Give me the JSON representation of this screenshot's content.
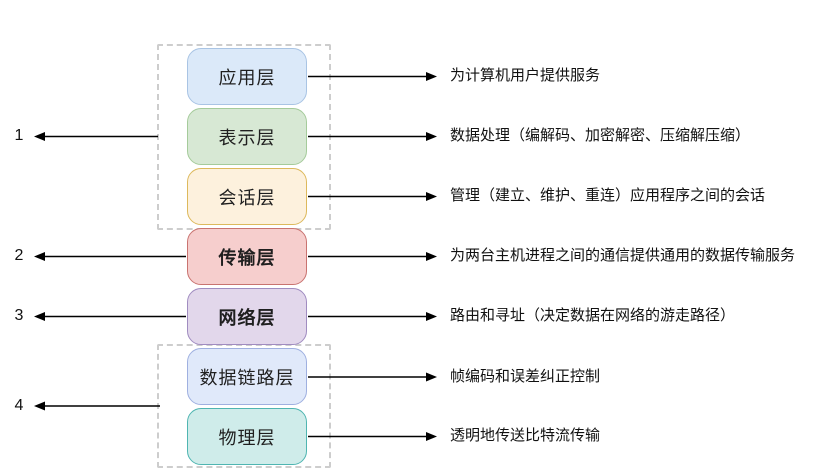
{
  "diagram": {
    "type": "layer-stack",
    "language": "zh-CN",
    "subject": "OSI network layer model"
  },
  "layers": [
    {
      "label": "应用层",
      "description": "为计算机用户提供服务",
      "fill": "#dbe9f9",
      "border": "#a9c4e4"
    },
    {
      "label": "表示层",
      "description": "数据处理（编解码、加密解密、压缩解压缩）",
      "fill": "#d7e8d4",
      "border": "#a5cb9b"
    },
    {
      "label": "会话层",
      "description": "管理（建立、维护、重连）应用程序之间的会话",
      "fill": "#fdf1dd",
      "border": "#ddb95c"
    },
    {
      "label": "传输层",
      "description": "为两台主机进程之间的通信提供通用的数据传输服务",
      "fill": "#f6cecd",
      "border": "#c97370"
    },
    {
      "label": "网络层",
      "description": "路由和寻址（决定数据在网络的游走路径）",
      "fill": "#e2d7eb",
      "border": "#a08cc0"
    },
    {
      "label": "数据链路层",
      "description": "帧编码和误差纠正控制",
      "fill": "#e0e9fa",
      "border": "#9fb0e0"
    },
    {
      "label": "物理层",
      "description": "透明地传送比特流传输",
      "fill": "#cfecea",
      "border": "#4fb5b1"
    }
  ],
  "left_markers": [
    {
      "number": "1"
    },
    {
      "number": "2"
    },
    {
      "number": "3"
    },
    {
      "number": "4"
    }
  ],
  "colors": {
    "background": "#ffffff",
    "arrow": "#000000",
    "dashed_outline": "#cdcdcd",
    "text": "#111111"
  }
}
